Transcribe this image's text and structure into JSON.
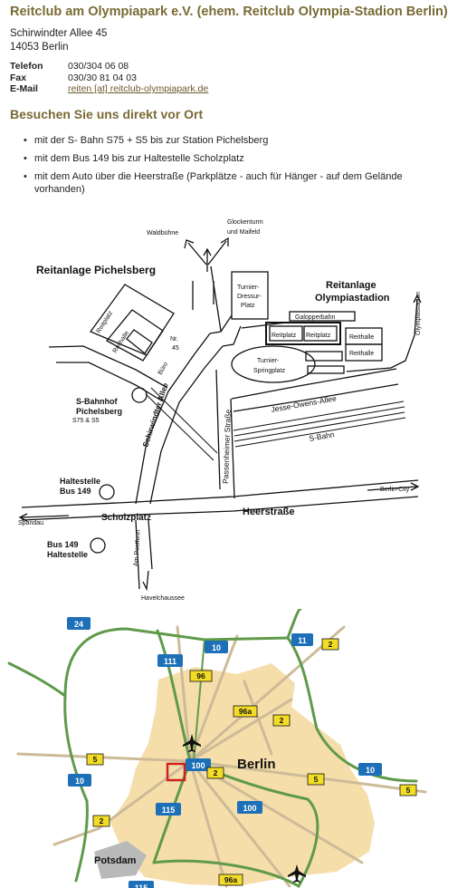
{
  "club": {
    "title": "Reitclub am Olympiapark e.V. (ehem. Reitclub Olympia-Stadion Berlin)",
    "street": "Schirwindter Allee 45",
    "city": "14053 Berlin"
  },
  "contact": {
    "phone_label": "Telefon",
    "phone": "030/304 06 08",
    "fax_label": "Fax",
    "fax": "030/30 81 04 03",
    "email_label": "E-Mail",
    "email": "reiten [at] reitclub-olympiapark.de"
  },
  "visit": {
    "heading": "Besuchen Sie uns direkt vor Ort",
    "items": [
      "mit der S- Bahn S75 + S5 bis zur Station Pichelsberg",
      "mit dem Bus 149 bis zur Haltestelle Scholzplatz",
      "mit dem Auto über die Heerstraße (Parkplätze - auch für Hänger - auf dem Gelände vorhanden)"
    ]
  },
  "sketch_map": {
    "waldbuehne": "Waldbühne",
    "glockenturm_1": "Glockenturm",
    "glockenturm_2": "und Maifeld",
    "pichelsberg": "Reitanlage Pichelsberg",
    "olympia_1": "Reitanlage",
    "olympia_2": "Olympiastadion",
    "olympiastadion_road": "Olympiastadion",
    "reitplatz": "Reitplatz",
    "reithalle": "Reithalle",
    "buero": "Büro",
    "nr": "Nr.",
    "nr_45": "45",
    "dressur_1": "Turnier-",
    "dressur_2": "Dressur-",
    "dressur_3": "Platz",
    "galopp": "Galopperbahn",
    "springplatz_1": "Turnier-",
    "springplatz_2": "Springplatz",
    "jesse_owens": "Jesse-Owens-Allee",
    "sbahn": "S-Bahn",
    "sbahnhof_1": "S-Bahnhof",
    "sbahnhof_2": "Pichelsberg",
    "sbahnhof_3": "S75 & S5",
    "schirwindter": "Schirwindter Allee",
    "passenheimer": "Passenheimer Straße",
    "haltestelle_1": "Haltestelle",
    "haltestelle_2": "Bus 149",
    "heerstrasse": "Heerstraße",
    "berlin_city": "Berlin-City",
    "spandau": "Spandau",
    "scholzplatz": "Scholzplatz",
    "bus_1": "Bus 149",
    "bus_2": "Haltestelle",
    "am_postfenn": "Am Postfenn",
    "havelchaussee": "Havelchaussee"
  },
  "overview_map": {
    "city": "Berlin",
    "potsdam": "Potsdam",
    "labels": {
      "a24": "24",
      "a111": "111",
      "a10_top": "10",
      "a11": "11",
      "b2_top": "2",
      "b96": "96",
      "b96a_top": "96a",
      "b2_mid": "2",
      "b5_left": "5",
      "a10_left": "10",
      "a100_top": "100",
      "b2_center": "2",
      "b5_right": "5",
      "a10_right": "10",
      "b5_far": "5",
      "a115": "115",
      "a100_bottom": "100",
      "b2_left": "2",
      "b96a_bottom": "96a",
      "a_bottom": "115"
    }
  },
  "colors": {
    "heading": "#7a6a35",
    "link": "#6b5a2a",
    "city_area": "#f5deaa",
    "autobahn": "#5f9a4a",
    "autobahn_shield": "#1d6fb8",
    "bundesstrasse_sign": "#f2dc26",
    "minor_road": "#cdbb98",
    "marker": "#cc2222"
  }
}
